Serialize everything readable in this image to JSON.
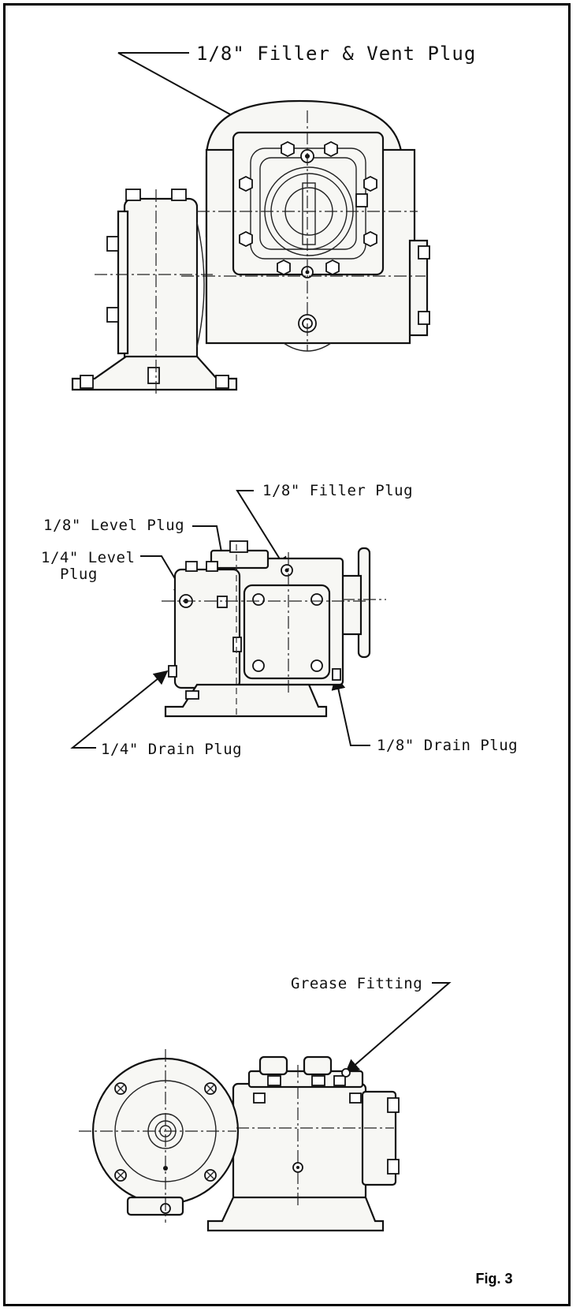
{
  "labels": {
    "filler_vent_plug": "1/8\" Filler & Vent Plug",
    "filler_plug": "1/8\" Filler Plug",
    "level_plug_eighth": "1/8\" Level Plug",
    "level_plug_quarter_line1": "1/4\" Level",
    "level_plug_quarter_line2": "Plug",
    "drain_plug_quarter": "1/4\" Drain Plug",
    "drain_plug_eighth": "1/8\" Drain Plug",
    "grease_fitting": "Grease Fitting",
    "figure_caption": "Fig. 3"
  }
}
